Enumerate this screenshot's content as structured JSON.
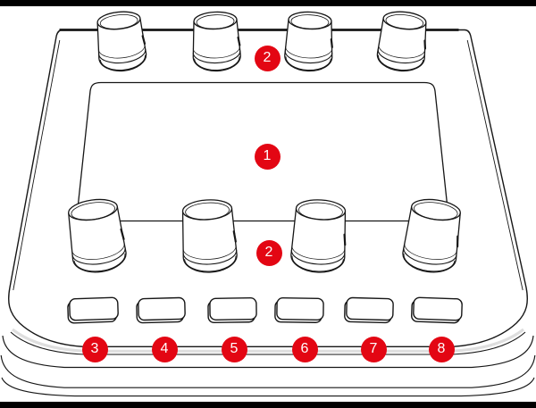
{
  "diagram": {
    "kind": "hardware-callout-diagram",
    "callouts": [
      {
        "id": "screen-area",
        "number": "1"
      },
      {
        "id": "knob-row-top",
        "number": "2"
      },
      {
        "id": "knob-row-bottom",
        "number": "2"
      },
      {
        "id": "button-1",
        "number": "3"
      },
      {
        "id": "button-2",
        "number": "4"
      },
      {
        "id": "button-3",
        "number": "5"
      },
      {
        "id": "button-4",
        "number": "6"
      },
      {
        "id": "button-5",
        "number": "7"
      },
      {
        "id": "button-6",
        "number": "8"
      }
    ],
    "colors": {
      "callout_red": "#E30613",
      "line": "#161616",
      "background": "#FFFFFF",
      "border": "#000000"
    }
  }
}
